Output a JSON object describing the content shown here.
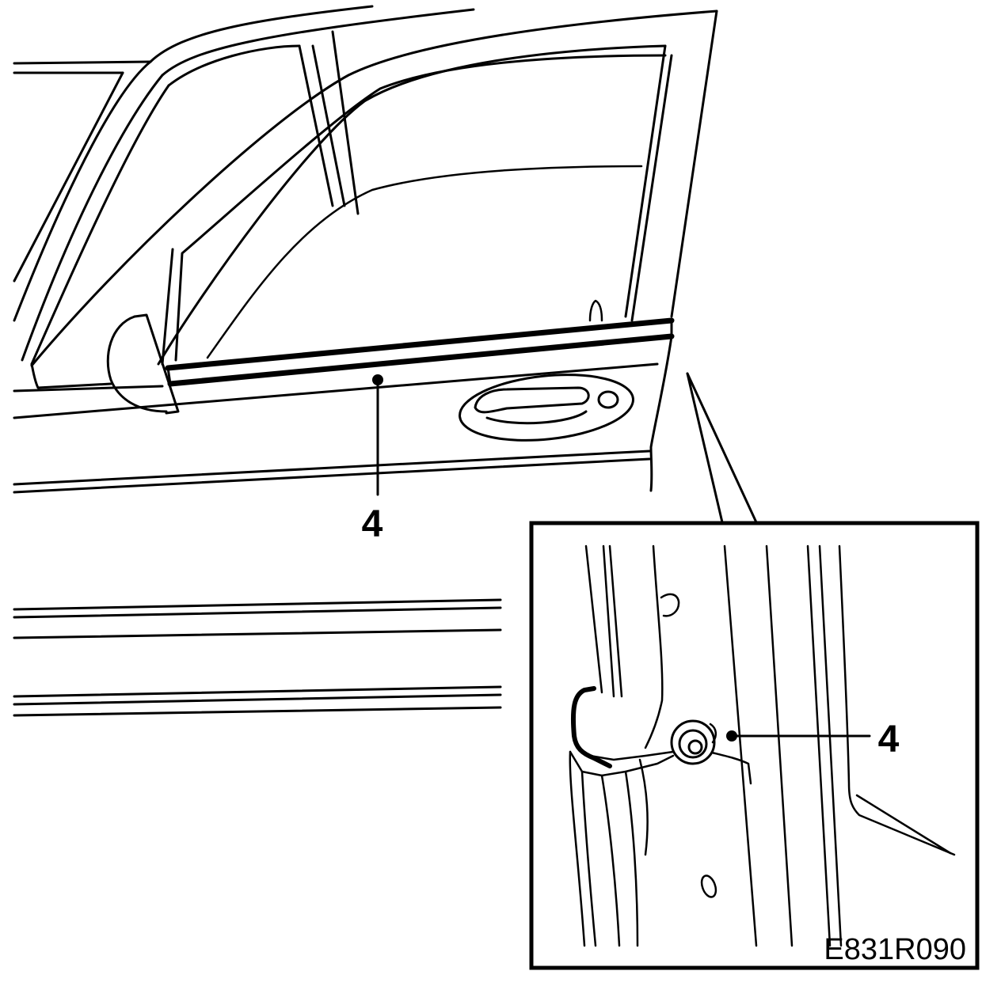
{
  "callouts": {
    "main_label": "4",
    "inset_label": "4"
  },
  "figure_code": "E831R090",
  "colors": {
    "ink": "#000000",
    "paper": "#ffffff"
  }
}
